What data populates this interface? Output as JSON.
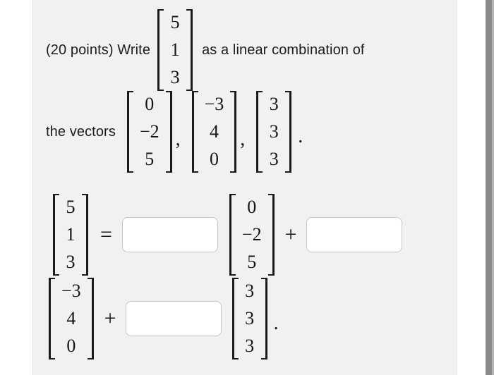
{
  "statement": {
    "intro": "(20 points) Write",
    "after_target": "as a linear combination of",
    "vectors_intro": "the vectors",
    "comma": ",",
    "period": "."
  },
  "vectors": {
    "target": [
      "5",
      "1",
      "3"
    ],
    "v1": [
      "0",
      "−2",
      "5"
    ],
    "v2": [
      "−3",
      "4",
      "0"
    ],
    "v3": [
      "3",
      "3",
      "3"
    ]
  },
  "equation": {
    "equals": "=",
    "plus": "+",
    "period": ".",
    "inputs": [
      {
        "name": "coefficient-1",
        "value": ""
      },
      {
        "name": "coefficient-2",
        "value": ""
      },
      {
        "name": "coefficient-3",
        "value": ""
      }
    ]
  },
  "colors": {
    "panel_background": "#f1f1f1",
    "text": "#1d1d1d",
    "input_border": "#c6c6c6",
    "scrollbar_thumb": "#8a8a8a",
    "scrollbar_track": "#b5b5b5"
  }
}
